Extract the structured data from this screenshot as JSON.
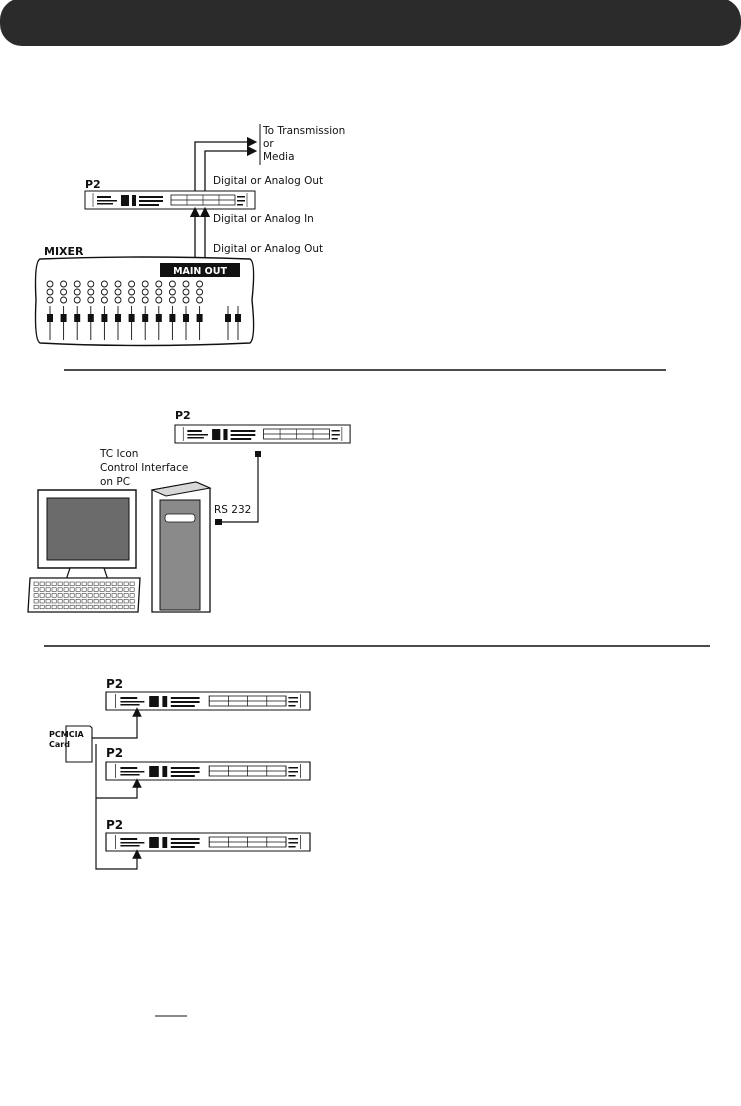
{
  "section1": {
    "device_label": "P2",
    "mixer_label": "MIXER",
    "main_out_label": "MAIN OUT",
    "to_transmission_lines": [
      "To Transmission",
      "or",
      "Media"
    ],
    "out_label_top": "Digital or Analog Out",
    "in_label": "Digital or Analog In",
    "out_label_bottom": "Digital or Analog Out"
  },
  "section2": {
    "device_label": "P2",
    "pc_caption_lines": [
      "TC Icon",
      "Control Interface",
      "on PC"
    ],
    "rs232_label": "RS 232"
  },
  "section3": {
    "device_labels": [
      "P2",
      "P2",
      "P2"
    ],
    "card_label_lines": [
      "PCMCIA",
      "Card"
    ]
  },
  "colors": {
    "header": "#2b2b2b",
    "ink": "#111111",
    "monitor_screen": "#6b6b6b",
    "tower": "#8a8a8a"
  }
}
